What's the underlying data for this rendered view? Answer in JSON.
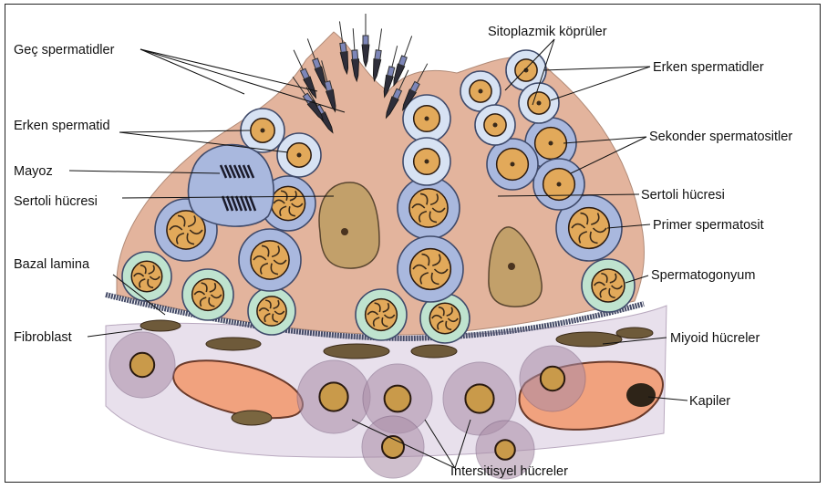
{
  "labels": {
    "gec_spermatidler": "Geç spermatidler",
    "erken_spermatid": "Erken spermatid",
    "mayoz": "Mayoz",
    "sertoli_left": "Sertoli hücresi",
    "bazal_lamina": "Bazal lamina",
    "fibroblast": "Fibroblast",
    "sitoplazmik_kopruler": "Sitoplazmik köprüler",
    "erken_spermatidler": "Erken spermatidler",
    "sekonder_spermatositler": "Sekonder spermatositler",
    "sertoli_right": "Sertoli hücresi",
    "primer_spermatosit": "Primer spermatosit",
    "spermatogonyum": "Spermatogonyum",
    "miyoid_hucreler": "Miyoid hücreler",
    "kapiler": "Kapiler",
    "intersitisyel_hucreler": "İntersitisyel hücreler"
  },
  "colors": {
    "sertoli_cytoplasm": "#e3b49d",
    "spermatogonium": "#bfe3cf",
    "spermatocyte": "#a9b8de",
    "spermatid": "#d7e2f3",
    "nucleus": "#e2a95a",
    "chromatin": "#3a2a1a",
    "capillary": "#f1a27e",
    "connective_tissue": "#e8e0ec",
    "interstitial": "#a98ca6",
    "myoid": "#6e5a3a"
  }
}
